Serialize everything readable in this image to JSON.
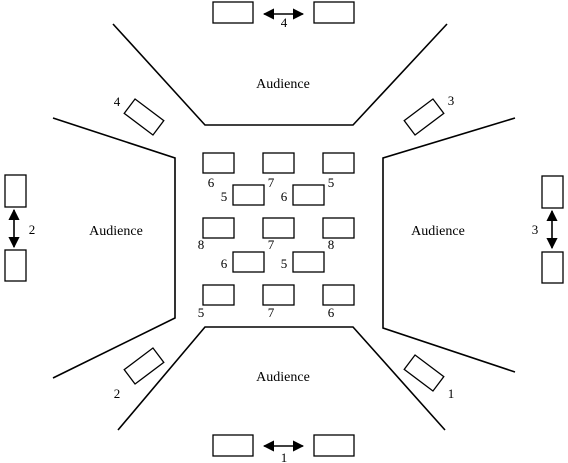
{
  "audience": {
    "top": "Audience",
    "left": "Audience",
    "right": "Audience",
    "bottom": "Audience"
  },
  "pair_labels": {
    "top": "4",
    "left": "2",
    "right": "3",
    "bottom": "1"
  },
  "diagonal_labels": {
    "top_left": "4",
    "top_right": "3",
    "bottom_left": "2",
    "bottom_right": "1"
  },
  "stage_labels": {
    "r1_left": "6",
    "r1_mid": "7",
    "r1_right": "5",
    "r2_left": "5",
    "r2_right": "6",
    "r3_left": "8",
    "r3_mid": "7",
    "r3_right": "8",
    "r4_left": "6",
    "r4_right": "5",
    "r5_left": "5",
    "r5_mid": "7",
    "r5_right": "6"
  }
}
